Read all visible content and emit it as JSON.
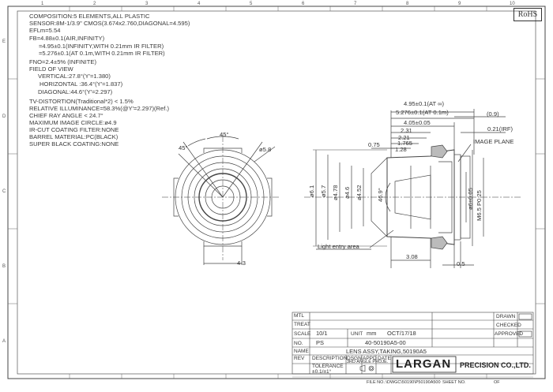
{
  "header": {
    "rohs_mark": "RoHS"
  },
  "grid": {
    "col_labels": [
      "1",
      "2",
      "3",
      "4",
      "5",
      "6",
      "7",
      "8",
      "9",
      "10"
    ],
    "row_labels": [
      "E",
      "D",
      "C",
      "B",
      "A"
    ]
  },
  "specs": [
    "COMPOSITION:5 ELEMENTS,ALL PLASTIC",
    "SENSOR:8M-1/3.9\" CMOS(3.674x2.760,DIAGONAL=4.595)",
    "EFLm=5.54",
    "FB=4.88±0.1(AIR,INFINITY)",
    "=4.95±0.1(INFINITY,WITH 0.21mm IR FILTER)",
    "=5.276±0.1(AT 0.1m,WITH 0.21mm IR FILTER)",
    "FNO=2.4±5% (INFINITE)",
    "FIELD OF VIEW",
    "VERTICAL:27.8°(Y'=1.380)",
    "HORIZONTAL :36.4°(Y'=1.837)",
    "DIAGONAL:44.6°(Y'=2.297)",
    "TV-DISTORTION(Traditional*2) < 1.5%",
    "RELATIVE ILLUMINANCE=58.3%(@Y'=2.297)(Ref.)",
    "CHIEF RAY ANGLE < 24.7°",
    "MAXIMUM IMAGE CIRCLE:ø4.9",
    "IR-CUT COATING FILTER:NONE",
    "BARREL MATERIAL:PC(BLACK)",
    "SUPER BLACK COATING:NONE"
  ],
  "front_view": {
    "angle_a": "45°",
    "angle_b": "45°",
    "outer_dia": "ø5.8",
    "slot": "4-3"
  },
  "side_view": {
    "fb_inf": "4.95±0.1(AT ∞)",
    "fb_near": "5.276±0.1(AT 0.1m)",
    "d_405": "4.05±0.05",
    "d_231": "2.31",
    "d_221": "2.21",
    "d_1765": "1.765",
    "d_128": "1.28",
    "d_075": "0.75",
    "d_09": "(0.9)",
    "d_021": "0.21(IRF)",
    "image_plane": "IMAGE PLANE",
    "dia_61": "ø6.1",
    "dia_57": "ø5.7",
    "dia_478": "ø4.78",
    "dia_46": "ø4.6",
    "dia_452": "ø4.52",
    "angle": "46.9°",
    "dia_6": "ø6±0.05",
    "thread": "M6.5 P0.25",
    "light_entry": "Light entry area",
    "d_308": "3.08",
    "d_05": "0.5"
  },
  "title_block": {
    "mtl_label": "MTL",
    "treat_label": "TREAT",
    "scale_label": "SCALE",
    "scale_value": "10/1",
    "unit_label": "UNIT",
    "unit_value": "mm",
    "date_value": "OCT/17/18",
    "no_label": "NO.",
    "no_value": "PS",
    "part_no": "40-50190A5-00",
    "name_label": "NAME",
    "name_value": "LENS ASSY,TAKING,50190A5",
    "drawn_label": "DRAWN",
    "checked_label": "CHECKED",
    "approved_label": "APPROVED",
    "rev_label": "REV",
    "desc_label": "DESCRIPTION",
    "dsgn_label": "DSGN",
    "appd_label": "APPD",
    "date_label": "DATE",
    "tolerance_label": "TOLERANCE",
    "tolerance_value": "±0.1/±1°",
    "proj_label": "3RD ANGLE PROJE.",
    "company_logo": "LARGAN",
    "company_name": "PRECISION CO.,LTD.",
    "file_no": "FILE NO.:\\DWGC\\50190\\P50190A500",
    "sheet_no": "SHEET NO.",
    "sheet_of": "OF"
  }
}
